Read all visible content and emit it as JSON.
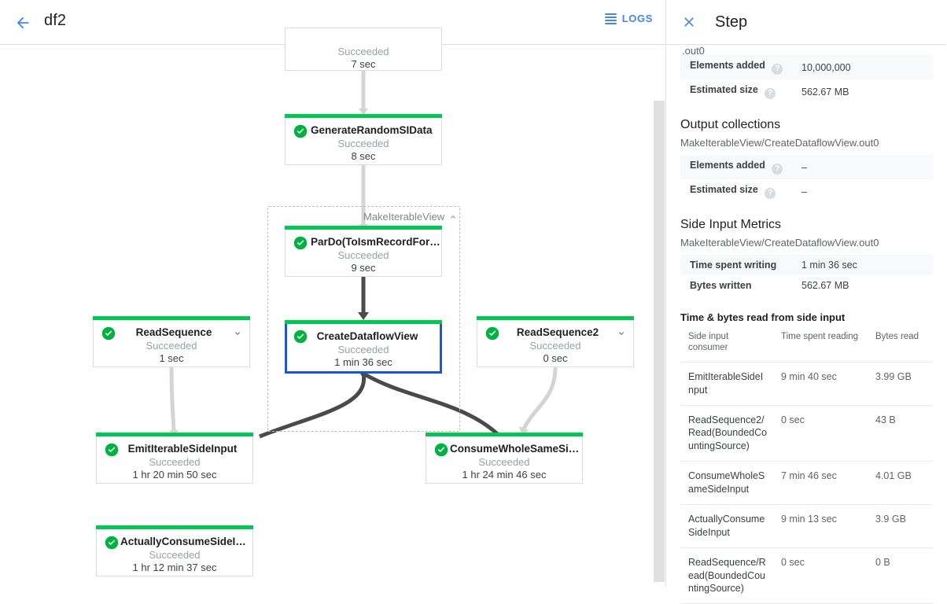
{
  "header": {
    "back_icon": "back-arrow-icon",
    "job_name": "df2",
    "logs_label": "LOGS",
    "logs_icon": "logs-list-icon",
    "accent_color": "#4285f4"
  },
  "graph": {
    "group": {
      "label": "MakeIterableView",
      "collapse_icon": "chevron-up-icon"
    },
    "success_color": "#00c853",
    "selected_color": "#1a56d6",
    "nodes": [
      {
        "id": "top-clipped",
        "name": "",
        "status": "Succeeded",
        "duration": "7 sec",
        "selected": false,
        "has_chevron": false,
        "clipped": true
      },
      {
        "id": "generate-random-sidata",
        "name": "GenerateRandomSIData",
        "status": "Succeeded",
        "duration": "8 sec",
        "selected": false,
        "has_chevron": false,
        "clipped": false
      },
      {
        "id": "pardo-toismrecordfor",
        "name": "ParDo(ToIsmRecordFor…",
        "status": "Succeeded",
        "duration": "9 sec",
        "selected": false,
        "has_chevron": false,
        "clipped": false
      },
      {
        "id": "read-sequence",
        "name": "ReadSequence",
        "status": "Succeeded",
        "duration": "1 sec",
        "selected": false,
        "has_chevron": true,
        "clipped": false
      },
      {
        "id": "create-dataflow-view",
        "name": "CreateDataflowView",
        "status": "Succeeded",
        "duration": "1 min 36 sec",
        "selected": true,
        "has_chevron": false,
        "clipped": false
      },
      {
        "id": "read-sequence-2",
        "name": "ReadSequence2",
        "status": "Succeeded",
        "duration": "0 sec",
        "selected": false,
        "has_chevron": true,
        "clipped": false
      },
      {
        "id": "emit-iterable-sideinput",
        "name": "EmitIterableSideInput",
        "status": "Succeeded",
        "duration": "1 hr 20 min 50 sec",
        "selected": false,
        "has_chevron": false,
        "clipped": false
      },
      {
        "id": "consume-whole-samesi",
        "name": "ConsumeWholeSameSi…",
        "status": "Succeeded",
        "duration": "1 hr 24 min 46 sec",
        "selected": false,
        "has_chevron": false,
        "clipped": false
      },
      {
        "id": "actually-consume-sidei",
        "name": "ActuallyConsumeSideI…",
        "status": "Succeeded",
        "duration": "1 hr 12 min 37 sec",
        "selected": false,
        "has_chevron": false,
        "clipped": false
      }
    ]
  },
  "panel": {
    "close_icon": "close-icon",
    "title": "Step",
    "clipped_text": ".out0",
    "input_metrics": [
      {
        "key": "Elements added",
        "value": "10,000,000",
        "help": "?"
      },
      {
        "key": "Estimated size",
        "value": "562.67 MB",
        "help": "?"
      }
    ],
    "output_collections": {
      "title": "Output collections",
      "collection": "MakeIterableView/CreateDataflowView.out0",
      "metrics": [
        {
          "key": "Elements added",
          "value": "–",
          "help": "?"
        },
        {
          "key": "Estimated size",
          "value": "–",
          "help": "?"
        }
      ]
    },
    "side_input_metrics": {
      "title": "Side Input Metrics",
      "collection": "MakeIterableView/CreateDataflowView.out0",
      "metrics": [
        {
          "key": "Time spent writing",
          "value": "1 min 36 sec"
        },
        {
          "key": "Bytes written",
          "value": "562.67 MB"
        }
      ]
    },
    "side_input_table": {
      "title": "Time & bytes read from side input",
      "columns": [
        "Side input consumer",
        "Time spent reading",
        "Bytes read"
      ],
      "rows": [
        {
          "consumer": "EmitIterableSideInput",
          "time": "9 min 40 sec",
          "bytes": "3.99 GB"
        },
        {
          "consumer": "ReadSequence2/Read(BoundedCountingSource)",
          "time": "0 sec",
          "bytes": "43 B"
        },
        {
          "consumer": "ConsumeWholeSameSideInput",
          "time": "7 min 46 sec",
          "bytes": "4.01 GB"
        },
        {
          "consumer": "ActuallyConsumeSideInput",
          "time": "9 min 13 sec",
          "bytes": "3.9 GB"
        },
        {
          "consumer": "ReadSequence/Read(BoundedCountingSource)",
          "time": "0 sec",
          "bytes": "0 B"
        }
      ]
    }
  }
}
